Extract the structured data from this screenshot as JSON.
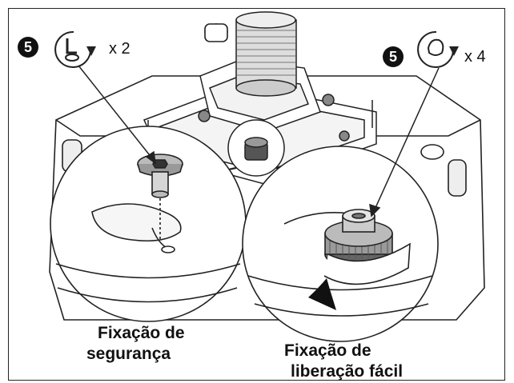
{
  "steps": {
    "left": {
      "number": "5",
      "icon": "hex-key-rotate-icon",
      "multiplier": "x 2"
    },
    "right": {
      "number": "5",
      "icon": "hand-rotate-icon",
      "multiplier": "x 4"
    }
  },
  "captions": {
    "security_line1": "Fixação de",
    "security_line2": "segurança",
    "release_line1": "Fixação de",
    "release_line2": "liberação fácil"
  },
  "colors": {
    "line": "#222222",
    "fill": "#ffffff",
    "shade": "#cfcfcf",
    "dark": "#111111"
  }
}
